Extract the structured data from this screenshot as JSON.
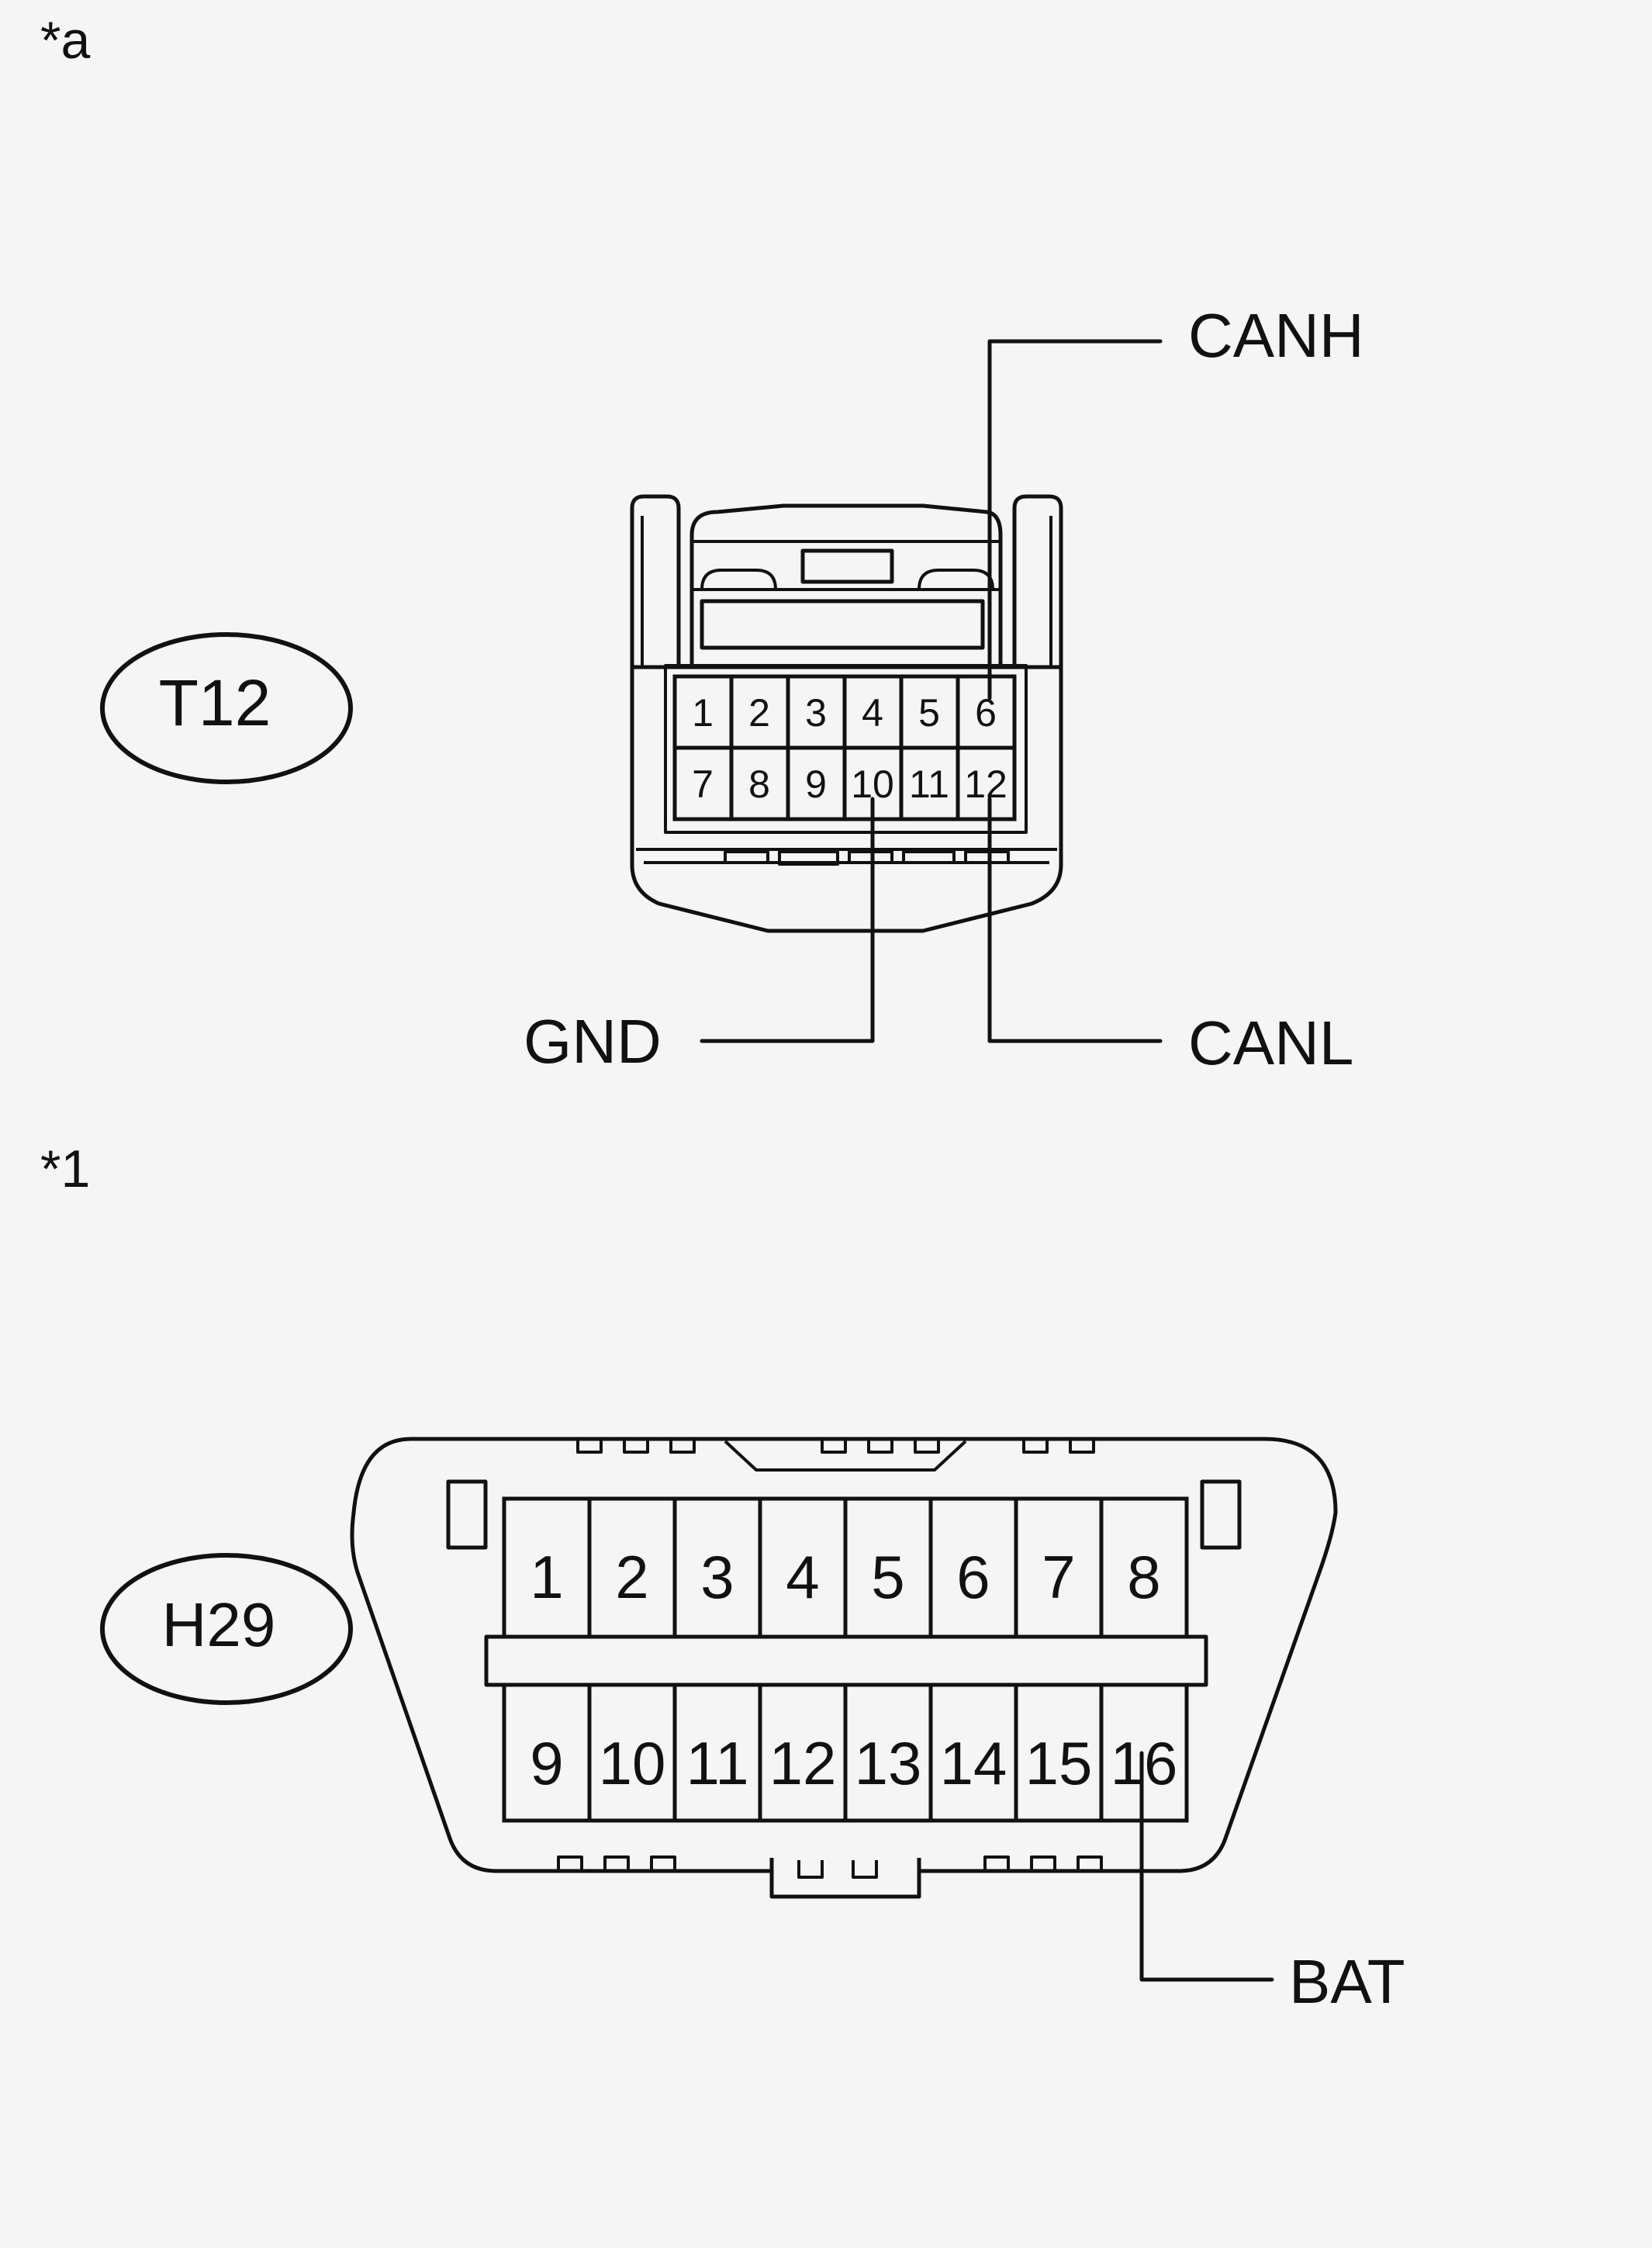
{
  "section_a": {
    "marker": "*a",
    "connector_id": "T12",
    "pins": [
      "1",
      "2",
      "3",
      "4",
      "5",
      "6",
      "7",
      "8",
      "9",
      "10",
      "11",
      "12"
    ],
    "callouts": {
      "canh": "CANH",
      "gnd": "GND",
      "canl": "CANL"
    }
  },
  "section_1": {
    "marker": "*1",
    "connector_id": "H29",
    "pins": [
      "1",
      "2",
      "3",
      "4",
      "5",
      "6",
      "7",
      "8",
      "9",
      "10",
      "11",
      "12",
      "13",
      "14",
      "15",
      "16"
    ],
    "callouts": {
      "bat": "BAT"
    }
  }
}
